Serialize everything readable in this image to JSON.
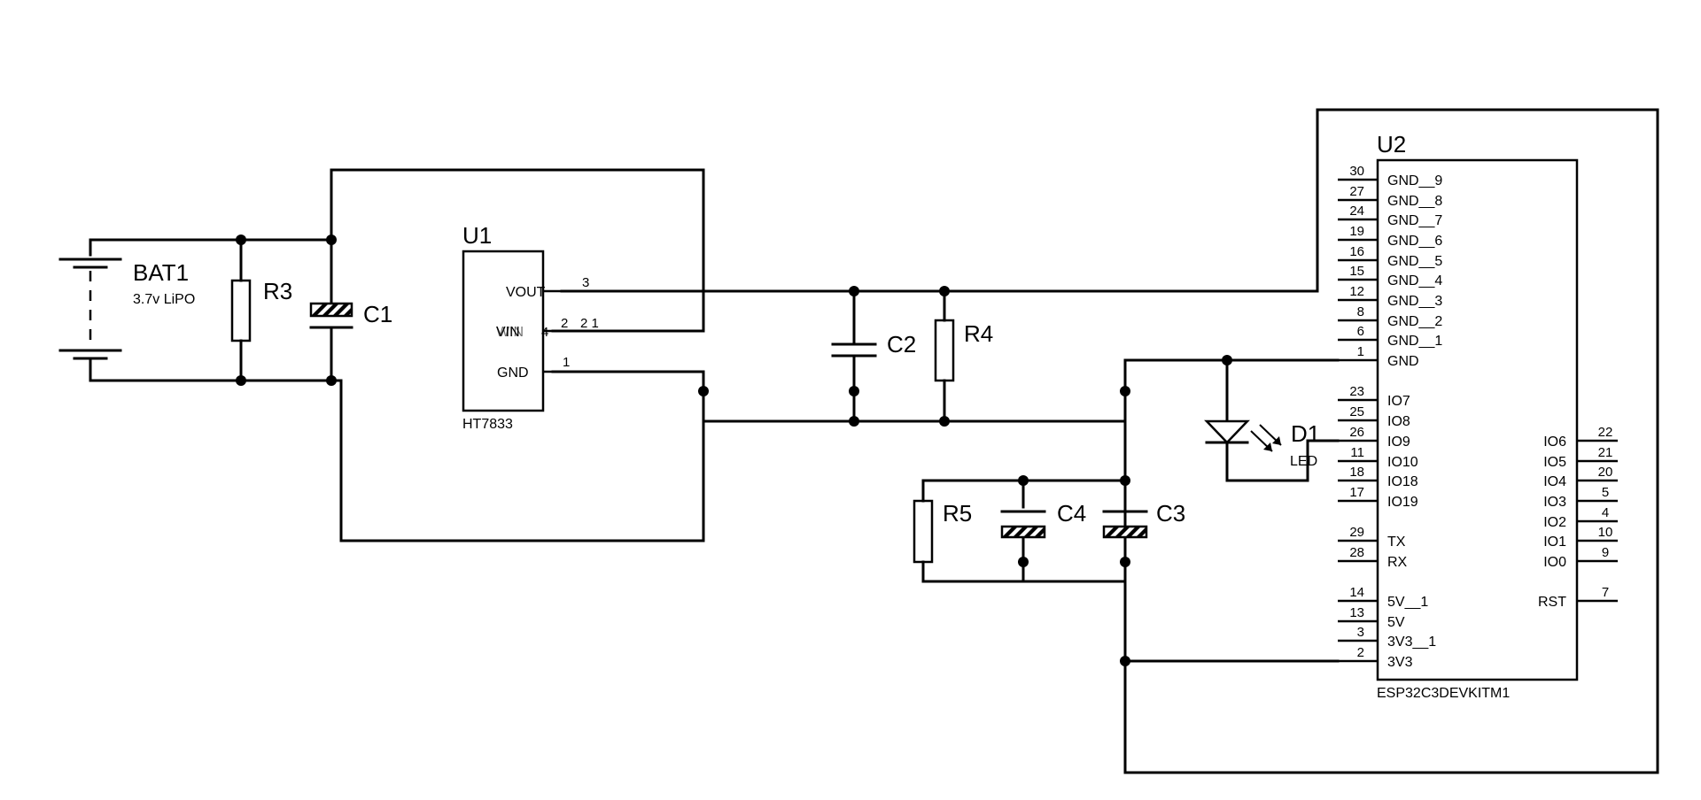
{
  "diagram": {
    "bat1": {
      "ref": "BAT1",
      "value": "3.7v LiPO"
    },
    "r3": {
      "ref": "R3"
    },
    "c1": {
      "ref": "C1"
    },
    "u1": {
      "ref": "U1",
      "part": "HT7833",
      "pins": {
        "vout": {
          "name": "VOUT",
          "num": "3"
        },
        "vin": {
          "name": "VIN",
          "overlap_name": "WIN",
          "num": "2",
          "extra_nums": "2  1",
          "num_overlap": "4"
        },
        "gnd": {
          "name": "GND",
          "num": "1"
        }
      }
    },
    "c2": {
      "ref": "C2"
    },
    "r4": {
      "ref": "R4"
    },
    "r5": {
      "ref": "R5"
    },
    "c4": {
      "ref": "C4"
    },
    "c3": {
      "ref": "C3"
    },
    "d1": {
      "ref": "D1",
      "value": "LED"
    },
    "u2": {
      "ref": "U2",
      "part": "ESP32C3DEVKITM1",
      "left_pins": [
        {
          "name": "GND__9",
          "num": "30"
        },
        {
          "name": "GND__8",
          "num": "27"
        },
        {
          "name": "GND__7",
          "num": "24"
        },
        {
          "name": "GND__6",
          "num": "19"
        },
        {
          "name": "GND__5",
          "num": "16"
        },
        {
          "name": "GND__4",
          "num": "15"
        },
        {
          "name": "GND__3",
          "num": "12"
        },
        {
          "name": "GND__2",
          "num": "8"
        },
        {
          "name": "GND__1",
          "num": "6"
        },
        {
          "name": "GND",
          "num": "1"
        },
        {
          "name": "IO7",
          "num": "23"
        },
        {
          "name": "IO8",
          "num": "25"
        },
        {
          "name": "IO9",
          "num": "26"
        },
        {
          "name": "IO10",
          "num": "11"
        },
        {
          "name": "IO18",
          "num": "18"
        },
        {
          "name": "IO19",
          "num": "17"
        },
        {
          "name": "TX",
          "num": "29"
        },
        {
          "name": "RX",
          "num": "28"
        },
        {
          "name": "5V__1",
          "num": "14"
        },
        {
          "name": "5V",
          "num": "13"
        },
        {
          "name": "3V3__1",
          "num": "3"
        },
        {
          "name": "3V3",
          "num": "2"
        }
      ],
      "right_pins": [
        {
          "name": "IO6",
          "num": "22"
        },
        {
          "name": "IO5",
          "num": "21"
        },
        {
          "name": "IO4",
          "num": "20"
        },
        {
          "name": "IO3",
          "num": "5"
        },
        {
          "name": "IO2",
          "num": "4"
        },
        {
          "name": "IO1",
          "num": "10"
        },
        {
          "name": "IO0",
          "num": "9"
        },
        {
          "name": "RST",
          "num": "7"
        }
      ]
    }
  }
}
